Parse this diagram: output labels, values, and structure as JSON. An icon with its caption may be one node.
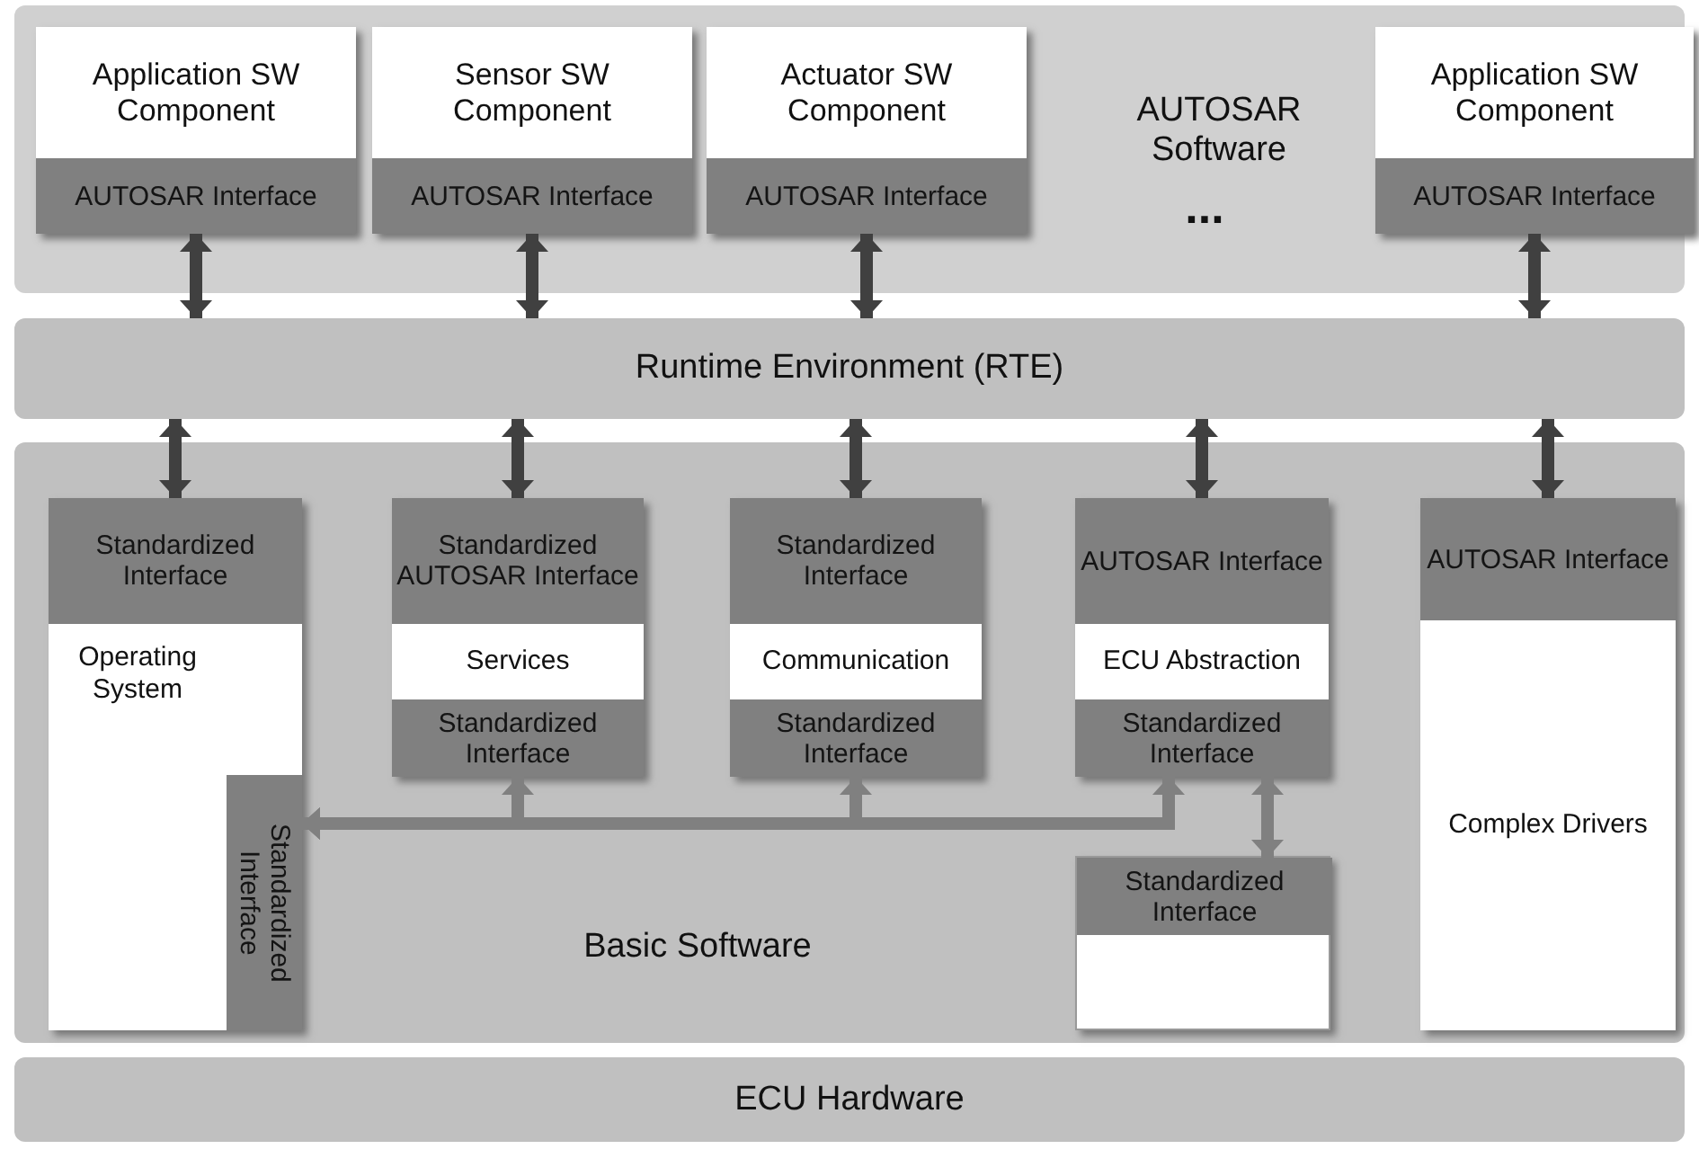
{
  "diagram": {
    "nodes": [
      {
        "text": [
          "AUTOSAR Software"
        ]
      },
      {
        "text": [
          "Application SW Component"
        ],
        "in": 0
      },
      {
        "text": [
          "AUTOSAR Interface"
        ],
        "in": 1
      },
      {
        "text": [
          "Sensor SW Component"
        ],
        "in": 0
      },
      {
        "text": [
          "AUTOSAR Interface"
        ],
        "in": 3
      },
      {
        "text": [
          "Actuator SW Component"
        ],
        "in": 0
      },
      {
        "text": [
          "AUTOSAR Interface"
        ],
        "in": 5
      },
      {
        "text": [
          "Application SW Component"
        ],
        "in": 0
      },
      {
        "text": [
          "AUTOSAR Interface"
        ],
        "in": 7
      },
      {
        "text": [
          "Runtime Environment (RTE)"
        ]
      },
      {
        "text": [
          "Basic Software"
        ]
      },
      {
        "text": [
          "Operating System"
        ],
        "in": 10
      },
      {
        "text": [
          "Standardized Interface"
        ],
        "in": 11
      },
      {
        "text": [
          "Standardized Interface"
        ],
        "in": 11
      },
      {
        "text": [
          "Services"
        ],
        "in": 10
      },
      {
        "text": [
          "Standardized AUTOSAR Interface"
        ],
        "in": 14
      },
      {
        "text": [
          "Standardized Interface"
        ],
        "in": 14
      },
      {
        "text": [
          "Communication"
        ],
        "in": 10
      },
      {
        "text": [
          "Standardized Interface"
        ],
        "in": 17
      },
      {
        "text": [
          "Standardized Interface"
        ],
        "in": 17
      },
      {
        "text": [
          "ECU Abstraction"
        ],
        "in": 10
      },
      {
        "text": [
          "AUTOSAR Interface"
        ],
        "in": 20
      },
      {
        "text": [
          "Standardized Interface"
        ],
        "in": 20
      },
      {
        "text": [],
        "shape": "box",
        "in": 10
      },
      {
        "text": [
          "Standardized Interface"
        ],
        "in": 23
      },
      {
        "text": [
          "Complex Drivers"
        ],
        "in": 10
      },
      {
        "text": [
          "AUTOSAR Interface"
        ],
        "in": 25
      },
      {
        "text": [
          "ECU Hardware"
        ]
      }
    ],
    "edges": [
      {
        "from": 2,
        "to": 9,
        "arrow": "both"
      },
      {
        "from": 4,
        "to": 9,
        "arrow": "both"
      },
      {
        "from": 6,
        "to": 9,
        "arrow": "both"
      },
      {
        "from": 8,
        "to": 9,
        "arrow": "both"
      },
      {
        "from": 9,
        "to": 12,
        "arrow": "both"
      },
      {
        "from": 9,
        "to": 15,
        "arrow": "both"
      },
      {
        "from": 9,
        "to": 18,
        "arrow": "both"
      },
      {
        "from": 9,
        "to": 21,
        "arrow": "both"
      },
      {
        "from": 9,
        "to": 26,
        "arrow": "both"
      },
      {
        "from": 16,
        "to": 13,
        "arrow": "both",
        "color": "#808080"
      },
      {
        "from": 19,
        "to": 13,
        "arrow": "both",
        "color": "#808080"
      },
      {
        "from": 22,
        "to": 13,
        "arrow": "both",
        "color": "#808080"
      },
      {
        "from": 22,
        "to": 24,
        "arrow": "both",
        "color": "#808080"
      }
    ],
    "labels": [
      "..."
    ]
  }
}
